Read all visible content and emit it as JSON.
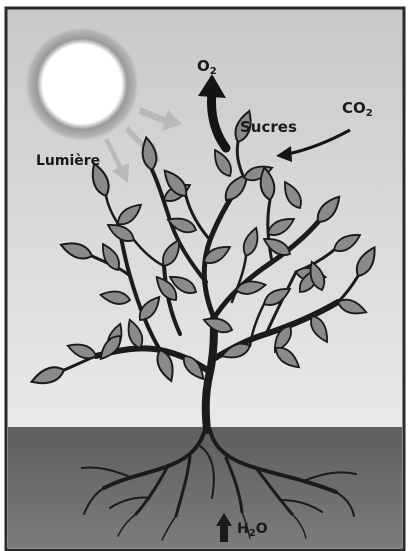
{
  "diagram": {
    "labels": {
      "lumiere": "Lumière",
      "sucres": "Sucres",
      "o2": {
        "base": "O",
        "sub": "2"
      },
      "co2": {
        "base": "CO",
        "sub": "2"
      },
      "h2o": {
        "base": "H",
        "sub": "2",
        "tail": "O"
      }
    },
    "colors": {
      "sky_top": "#c9c9c9",
      "sky_bottom": "#f2f2f2",
      "soil": "#6d6d6d",
      "leaf": "#8a8a8a",
      "outline": "#1a1a1a",
      "light_arrow": "#b9b9b9",
      "sun_ring": "#9a9a9a"
    }
  }
}
